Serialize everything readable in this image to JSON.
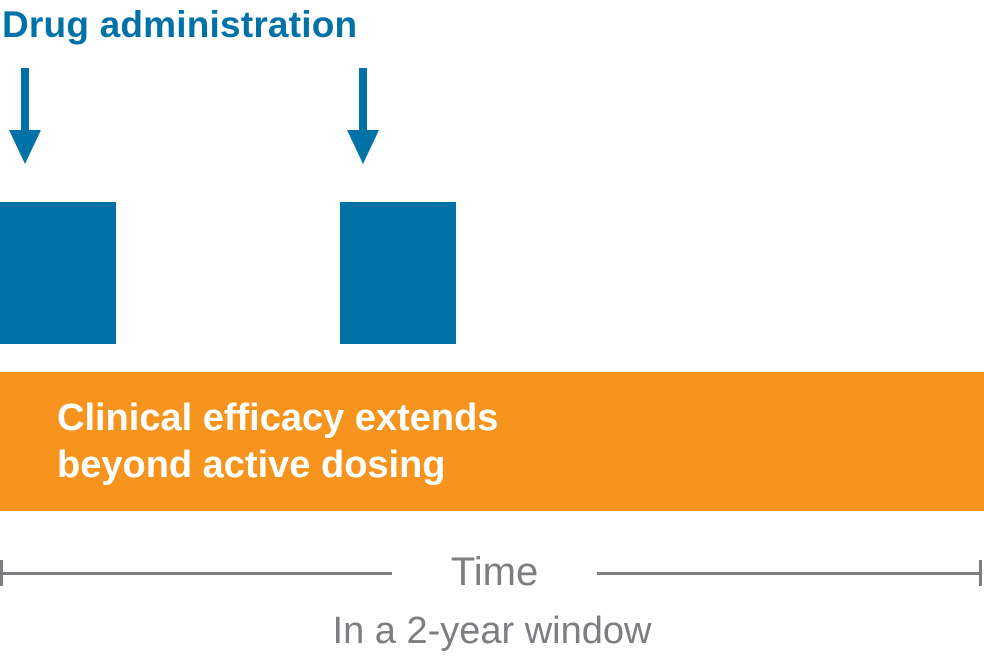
{
  "colors": {
    "blue": "#0072A8",
    "orange": "#F7941D",
    "gray": "#7D7E82"
  },
  "title": "Drug administration",
  "banner": {
    "line1": "Clinical efficacy extends",
    "line2": "beyond active dosing"
  },
  "axis": {
    "time_label": "Time",
    "window_label": "In a 2-year window"
  },
  "diagram": {
    "dose_events": 2
  }
}
